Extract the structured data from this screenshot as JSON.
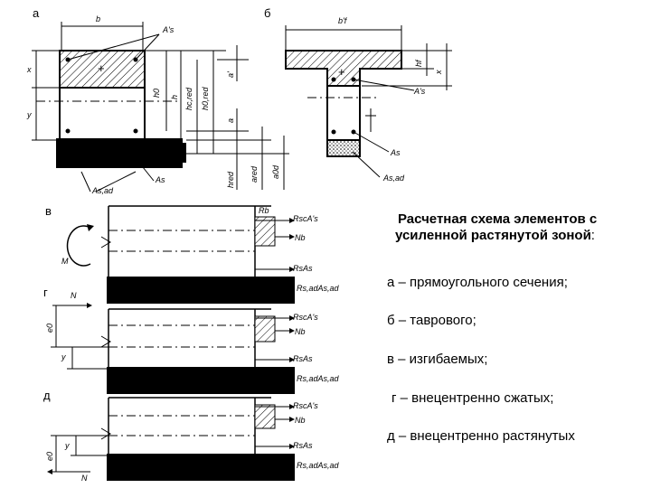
{
  "diagram": {
    "panel_labels": {
      "a": "а",
      "b": "б",
      "v": "в",
      "g": "г",
      "d": "д"
    },
    "dims": {
      "b": "b",
      "bf": "b'f",
      "x": "x",
      "y": "y",
      "h0": "h0",
      "h": "h",
      "hcred": "hc,red",
      "h0red": "h0,red",
      "hf": "hf",
      "hred": "hred",
      "a": "a",
      "a_prime": "a'",
      "ared": "ared",
      "a0d": "a0d",
      "e0": "e0"
    },
    "reinforcement": {
      "As_prime": "A's",
      "As": "As",
      "Asad": "As,ad",
      "Rsc_As_prime": "RscA's",
      "Rs_As": "RsAs",
      "Rsad_Asad": "Rs,adAs,ad",
      "Rb": "Rb",
      "Nb": "Nb"
    },
    "loads": {
      "M": "M",
      "N": "N"
    }
  },
  "caption": {
    "title_line1": "Расчетная схема элементов с",
    "title_line2": "усиленной растянутой зоной",
    "title_colon": ":",
    "items": {
      "a": "а – прямоугольного сечения;",
      "b": "б – таврового;",
      "v": "в – изгибаемых;",
      "g": "г – внецентренно сжатых;",
      "d": "д – внецентренно растянутых"
    }
  }
}
